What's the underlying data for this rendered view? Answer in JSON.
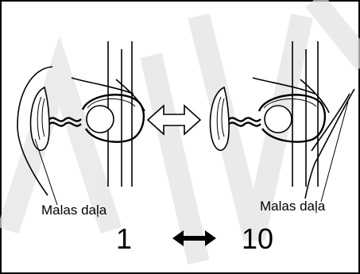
{
  "labels": {
    "left_caption": "Malas daļa",
    "right_caption": "Malas daļa",
    "left_number": "1",
    "right_number": "10"
  },
  "colors": {
    "stroke": "#000000",
    "watermark": "#d9d9d9"
  },
  "icons": {
    "swap": "double-headed-arrow",
    "between_numbers": "double-headed-arrow"
  }
}
